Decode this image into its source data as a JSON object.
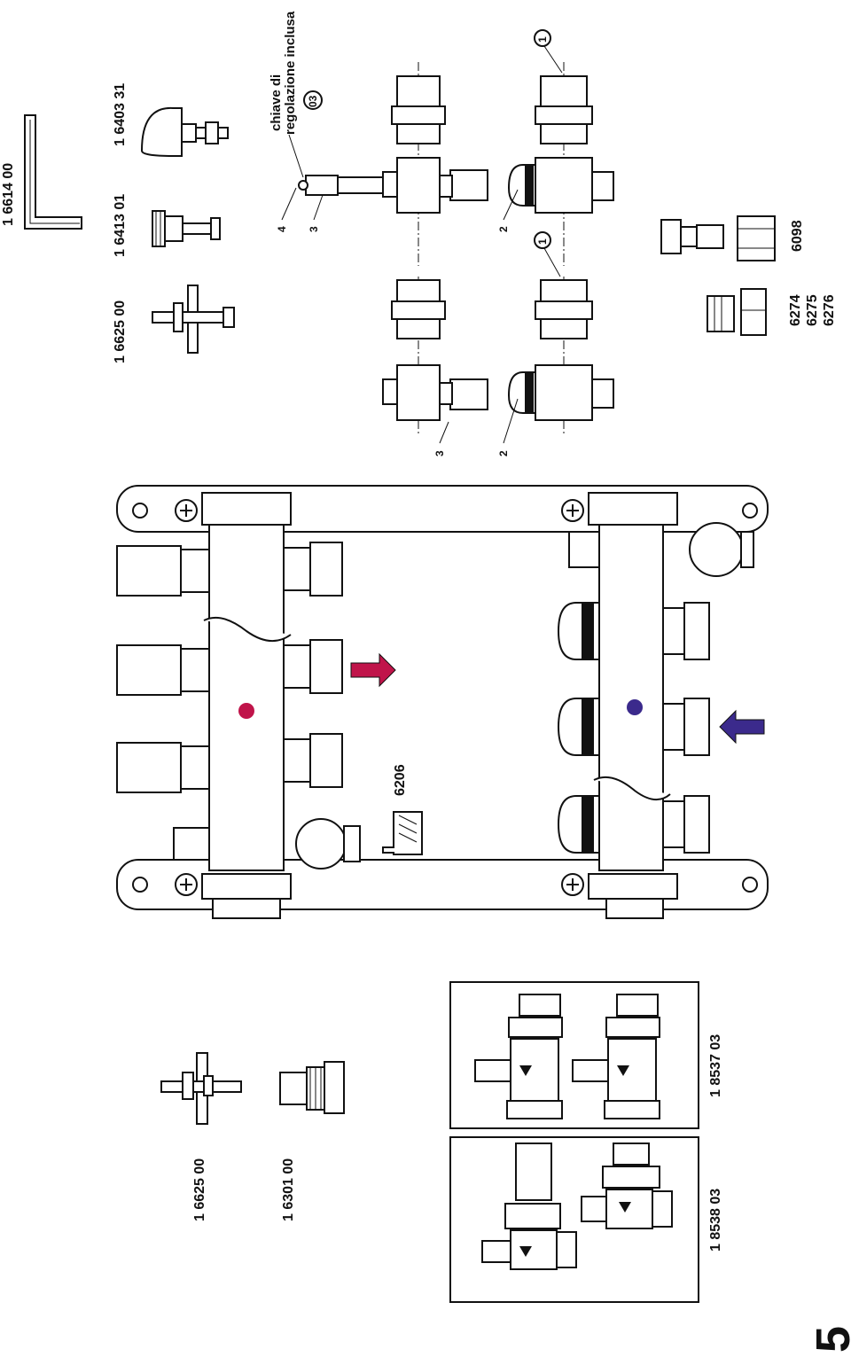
{
  "page": {
    "page_number": "5"
  },
  "top_parts": {
    "hex_key_code": "1 6614 00",
    "vent_cap_code": "1 6403 31",
    "vent_plug_code": "1 6413 01",
    "cross_key_code": "1 6625 00"
  },
  "exploded_views": {
    "note_line1": "chiave di",
    "note_line2": "regolazione inclusa",
    "circle_label": "03",
    "callout_1": "1",
    "callout_2": "2",
    "callout_3": "3",
    "callout_4": "4"
  },
  "adapters": {
    "group_a_codes": [
      "6274",
      "6275",
      "6276"
    ],
    "group_b_code": "6098"
  },
  "manifold": {
    "code": "6206",
    "supply_arrow_color": "#c0144a",
    "return_arrow_color": "#3b2a8c"
  },
  "bottom_parts": {
    "cross_key_code": "1 6625 00",
    "adapter_code": "1 6301 00",
    "valve_straight_code": "1 8537 03",
    "valve_angle_code": "1 8538 03"
  }
}
